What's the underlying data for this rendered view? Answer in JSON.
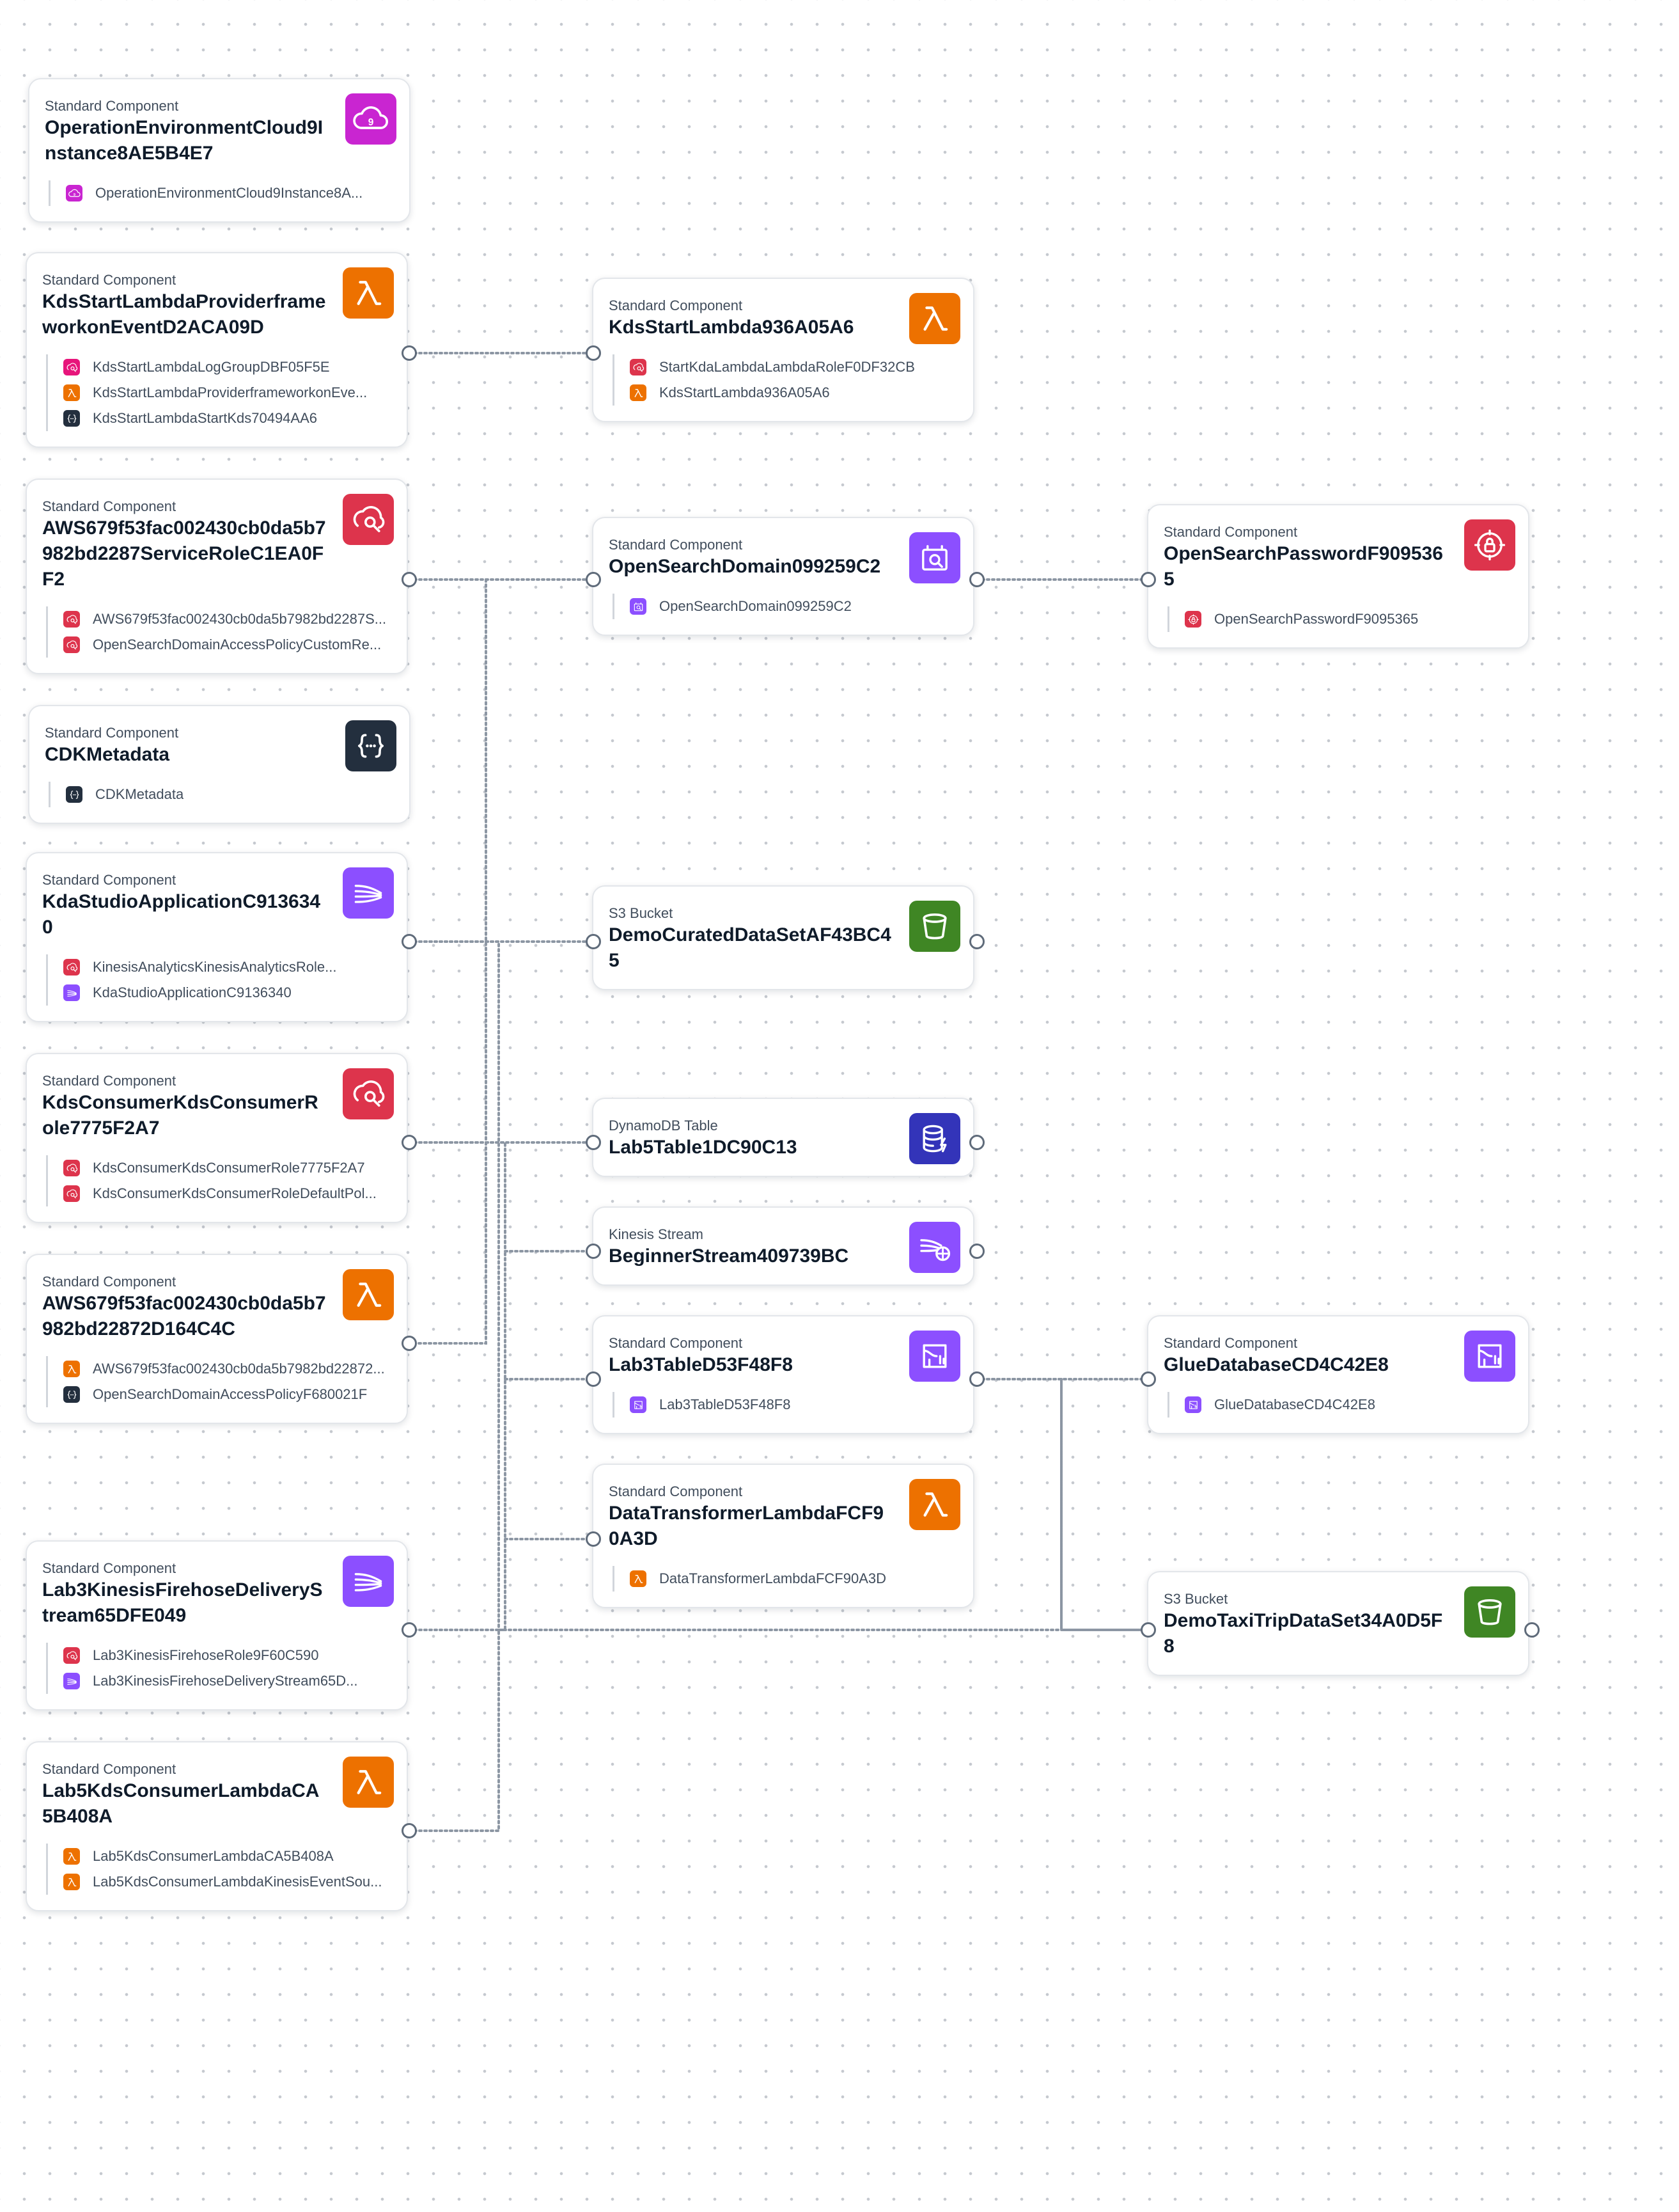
{
  "colors": {
    "lambda": "#ED7100",
    "iam": "#DD344C",
    "logs": "#E7157B",
    "cloud9": "#C925D1",
    "custom": "#232F3E",
    "analytics": "#8C4FFF",
    "storage": "#3F8624",
    "database": "#3334B9",
    "edge": "#8c96a3",
    "port": "#5f6b7a"
  },
  "nodes": [
    {
      "id": "n1",
      "type": "Standard Component",
      "title": "OperationEnvironmentCloud9Instance8AE5B4E7",
      "icon": "cloud9-icon",
      "color": "cloud9",
      "items": [
        {
          "label": "OperationEnvironmentCloud9Instance8A...",
          "icon": "cloud9-icon",
          "color": "cloud9"
        }
      ]
    },
    {
      "id": "n2",
      "type": "Standard Component",
      "title": "KdsStartLambdaProviderframeworkonEventD2ACA09D",
      "icon": "lambda-icon",
      "color": "lambda",
      "items": [
        {
          "label": "KdsStartLambdaLogGroupDBF05F5E",
          "icon": "log-group-icon",
          "color": "logs"
        },
        {
          "label": "KdsStartLambdaProviderframeworkonEve...",
          "icon": "lambda-icon",
          "color": "lambda"
        },
        {
          "label": "KdsStartLambdaStartKds70494AA6",
          "icon": "custom-resource-icon",
          "color": "custom"
        }
      ]
    },
    {
      "id": "n3",
      "type": "Standard Component",
      "title": "AWS679f53fac002430cb0da5b7982bd2287ServiceRoleC1EA0FF2",
      "icon": "iam-role-icon",
      "color": "iam",
      "items": [
        {
          "label": "AWS679f53fac002430cb0da5b7982bd2287S...",
          "icon": "iam-role-icon",
          "color": "iam"
        },
        {
          "label": "OpenSearchDomainAccessPolicyCustomRe...",
          "icon": "iam-role-icon",
          "color": "iam"
        }
      ]
    },
    {
      "id": "n4",
      "type": "Standard Component",
      "title": "CDKMetadata",
      "icon": "custom-resource-icon",
      "color": "custom",
      "items": [
        {
          "label": "CDKMetadata",
          "icon": "custom-resource-icon",
          "color": "custom"
        }
      ]
    },
    {
      "id": "n5",
      "type": "Standard Component",
      "title": "KdaStudioApplicationC9136340",
      "icon": "kinesis-analytics-icon",
      "color": "analytics",
      "items": [
        {
          "label": "KinesisAnalyticsKinesisAnalyticsRole...",
          "icon": "iam-role-icon",
          "color": "iam"
        },
        {
          "label": "KdaStudioApplicationC9136340",
          "icon": "kinesis-analytics-icon",
          "color": "analytics"
        }
      ]
    },
    {
      "id": "n6",
      "type": "Standard Component",
      "title": "KdsConsumerKdsConsumerRole7775F2A7",
      "icon": "iam-role-icon",
      "color": "iam",
      "items": [
        {
          "label": "KdsConsumerKdsConsumerRole7775F2A7",
          "icon": "iam-role-icon",
          "color": "iam"
        },
        {
          "label": "KdsConsumerKdsConsumerRoleDefaultPol...",
          "icon": "iam-role-icon",
          "color": "iam"
        }
      ]
    },
    {
      "id": "n7",
      "type": "Standard Component",
      "title": "AWS679f53fac002430cb0da5b7982bd22872D164C4C",
      "icon": "lambda-icon",
      "color": "lambda",
      "items": [
        {
          "label": "AWS679f53fac002430cb0da5b7982bd22872...",
          "icon": "lambda-icon",
          "color": "lambda"
        },
        {
          "label": "OpenSearchDomainAccessPolicyF680021F",
          "icon": "custom-resource-icon",
          "color": "custom"
        }
      ]
    },
    {
      "id": "n8",
      "type": "Standard Component",
      "title": "Lab3KinesisFirehoseDeliveryStream65DFE049",
      "icon": "kinesis-firehose-icon",
      "color": "analytics",
      "items": [
        {
          "label": "Lab3KinesisFirehoseRole9F60C590",
          "icon": "iam-role-icon",
          "color": "iam"
        },
        {
          "label": "Lab3KinesisFirehoseDeliveryStream65D...",
          "icon": "kinesis-firehose-icon",
          "color": "analytics"
        }
      ]
    },
    {
      "id": "n9",
      "type": "Standard Component",
      "title": "Lab5KdsConsumerLambdaCA5B408A",
      "icon": "lambda-icon",
      "color": "lambda",
      "items": [
        {
          "label": "Lab5KdsConsumerLambdaCA5B408A",
          "icon": "lambda-icon",
          "color": "lambda"
        },
        {
          "label": "Lab5KdsConsumerLambdaKinesisEventSou...",
          "icon": "lambda-icon",
          "color": "lambda"
        }
      ]
    },
    {
      "id": "m1",
      "type": "Standard Component",
      "title": "KdsStartLambda936A05A6",
      "icon": "lambda-icon",
      "color": "lambda",
      "items": [
        {
          "label": "StartKdaLambdaLambdaRoleF0DF32CB",
          "icon": "iam-role-icon",
          "color": "iam"
        },
        {
          "label": "KdsStartLambda936A05A6",
          "icon": "lambda-icon",
          "color": "lambda"
        }
      ]
    },
    {
      "id": "m2",
      "type": "Standard Component",
      "title": "OpenSearchDomain099259C2",
      "icon": "opensearch-icon",
      "color": "analytics",
      "items": [
        {
          "label": "OpenSearchDomain099259C2",
          "icon": "opensearch-icon",
          "color": "analytics"
        }
      ]
    },
    {
      "id": "m3",
      "type": "S3 Bucket",
      "title": "DemoCuratedDataSetAF43BC45",
      "icon": "s3-bucket-icon",
      "color": "storage",
      "items": []
    },
    {
      "id": "m4",
      "type": "DynamoDB Table",
      "title": "Lab5Table1DC90C13",
      "icon": "dynamodb-icon",
      "color": "database",
      "items": []
    },
    {
      "id": "m5",
      "type": "Kinesis Stream",
      "title": "BeginnerStream409739BC",
      "icon": "kinesis-stream-icon",
      "color": "analytics",
      "items": []
    },
    {
      "id": "m6",
      "type": "Standard Component",
      "title": "Lab3TableD53F48F8",
      "icon": "glue-icon",
      "color": "analytics",
      "items": [
        {
          "label": "Lab3TableD53F48F8",
          "icon": "glue-icon",
          "color": "analytics"
        }
      ]
    },
    {
      "id": "m7",
      "type": "Standard Component",
      "title": "DataTransformerLambdaFCF90A3D",
      "icon": "lambda-icon",
      "color": "lambda",
      "items": [
        {
          "label": "DataTransformerLambdaFCF90A3D",
          "icon": "lambda-icon",
          "color": "lambda"
        }
      ]
    },
    {
      "id": "r1",
      "type": "Standard Component",
      "title": "OpenSearchPasswordF9095365",
      "icon": "secrets-manager-icon",
      "color": "iam",
      "items": [
        {
          "label": "OpenSearchPasswordF9095365",
          "icon": "secrets-manager-icon",
          "color": "iam"
        }
      ]
    },
    {
      "id": "r2",
      "type": "Standard Component",
      "title": "GlueDatabaseCD4C42E8",
      "icon": "glue-icon",
      "color": "analytics",
      "items": [
        {
          "label": "GlueDatabaseCD4C42E8",
          "icon": "glue-icon",
          "color": "analytics"
        }
      ]
    },
    {
      "id": "r3",
      "type": "S3 Bucket",
      "title": "DemoTaxiTripDataSet34A0D5F8",
      "icon": "s3-bucket-icon",
      "color": "storage",
      "items": []
    }
  ]
}
